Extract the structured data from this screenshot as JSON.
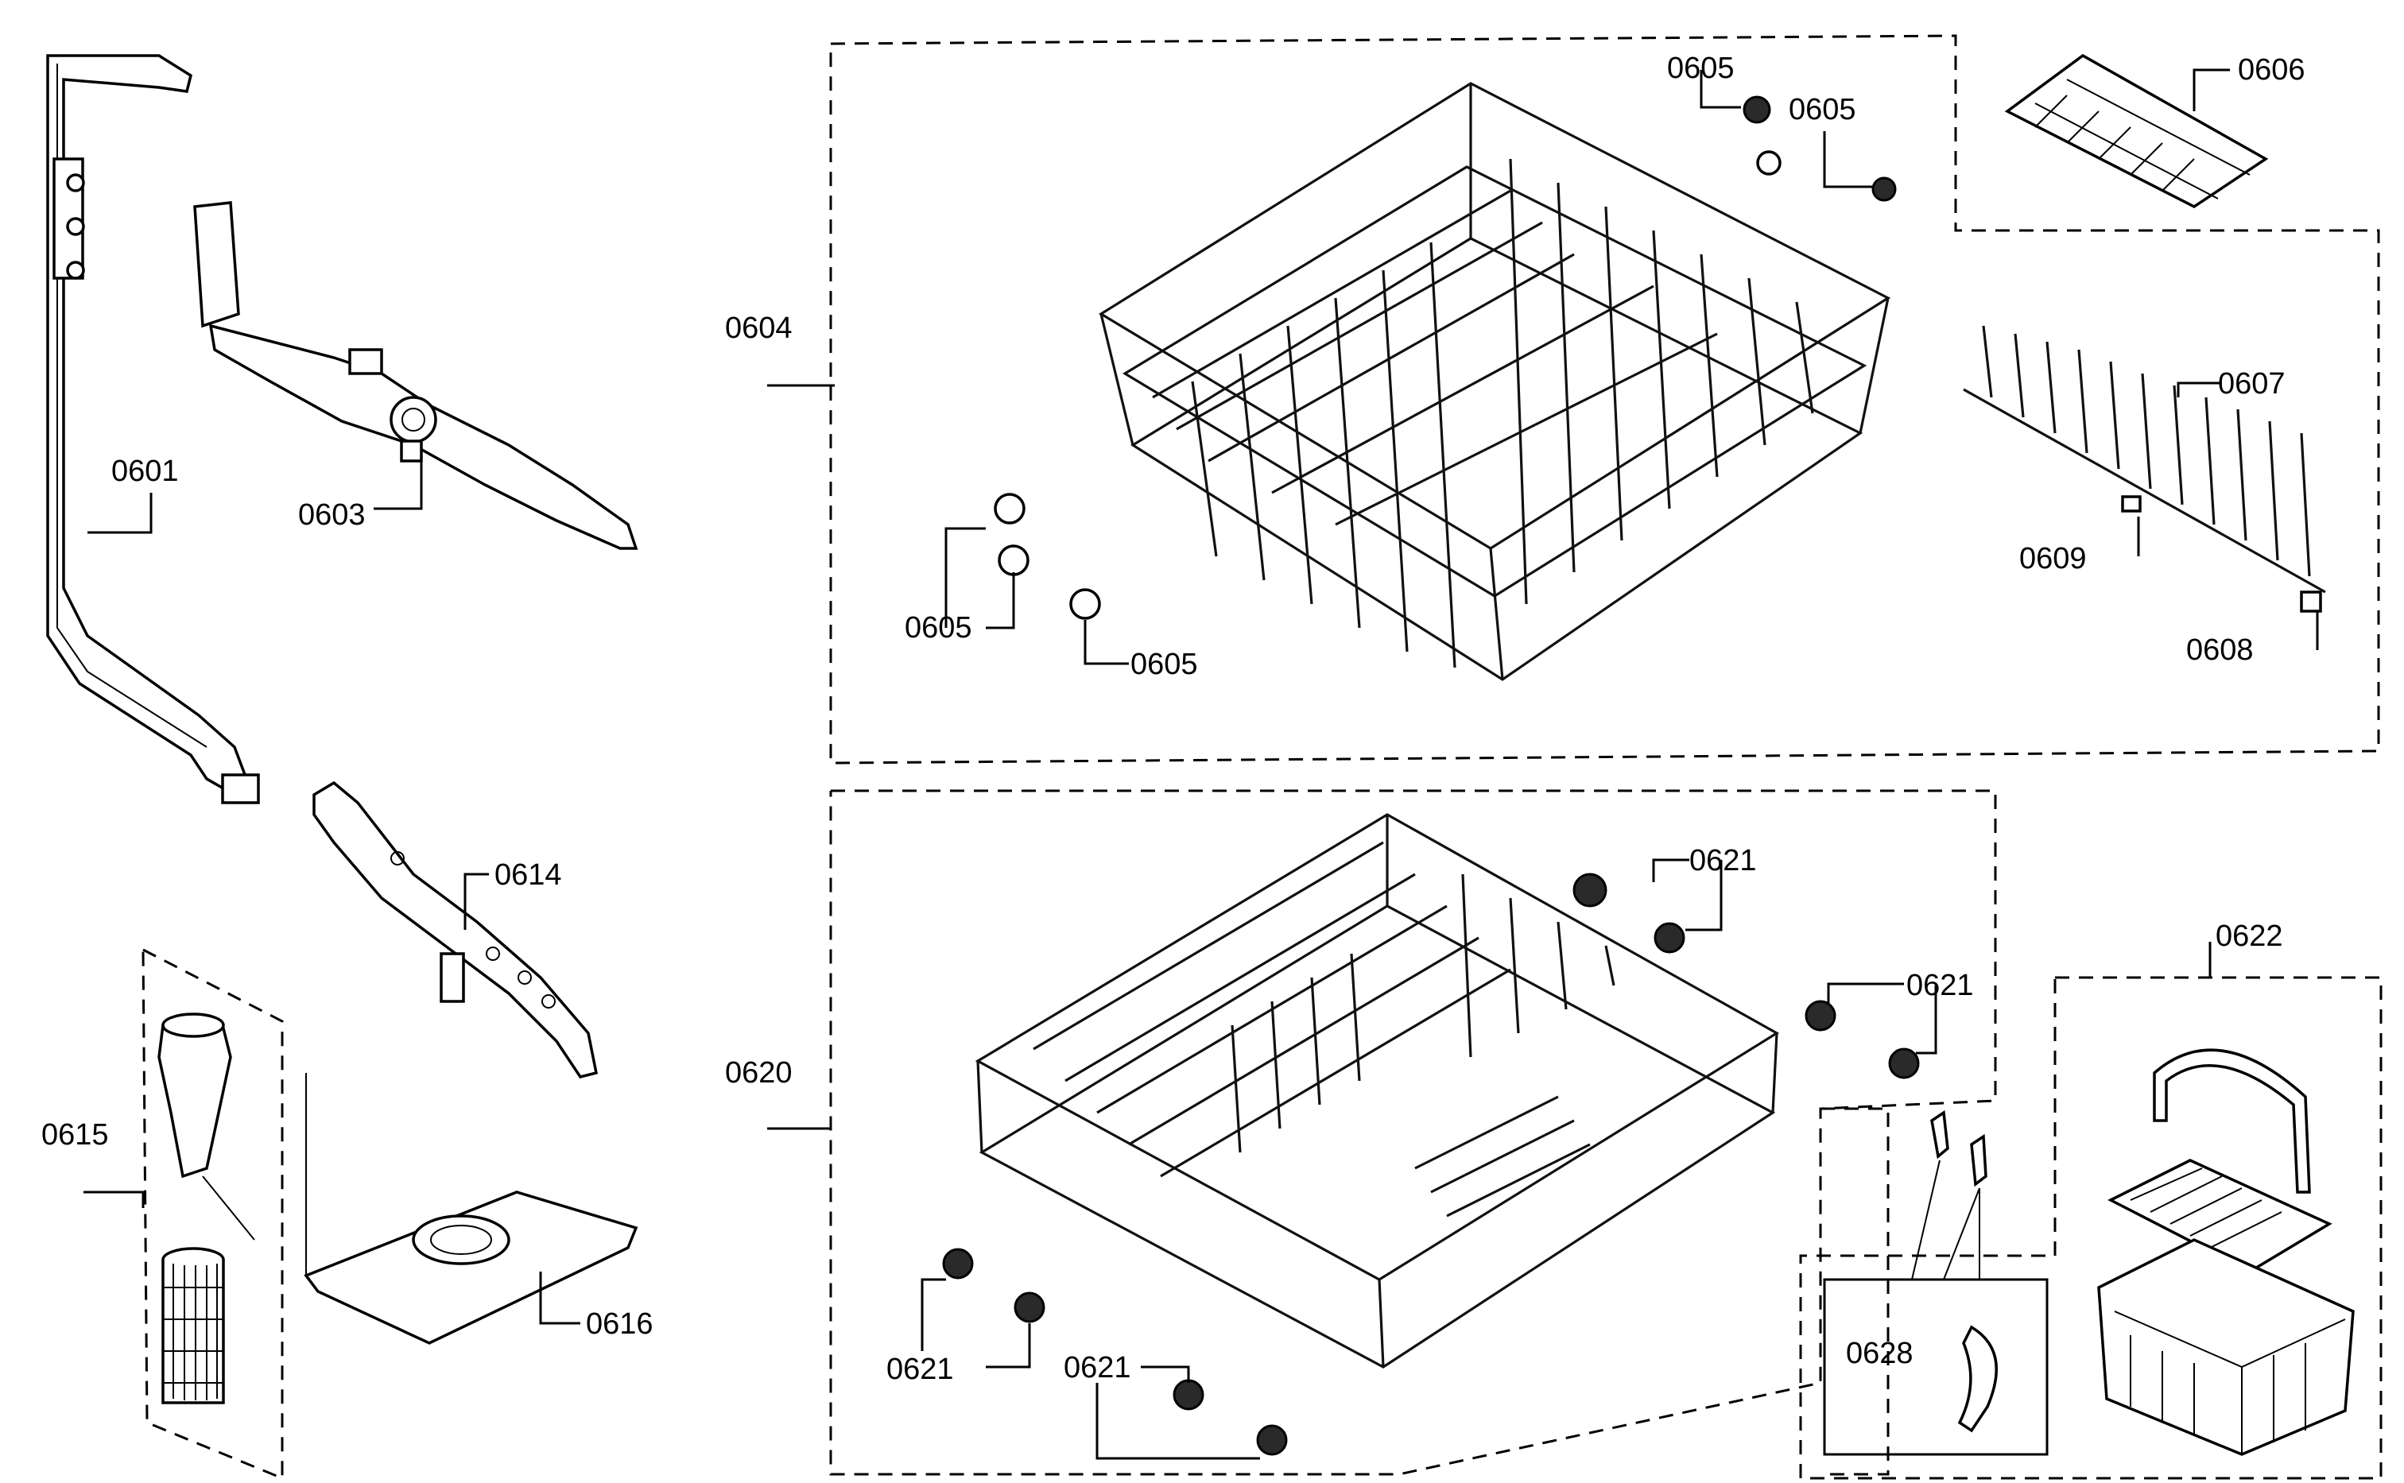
{
  "diagram": {
    "labels": {
      "l0601": "0601",
      "l0603": "0603",
      "l0604": "0604",
      "l0605a": "0605",
      "l0605b": "0605",
      "l0605c": "0605",
      "l0605d": "0605",
      "l0606": "0606",
      "l0607": "0607",
      "l0608": "0608",
      "l0609": "0609",
      "l0614": "0614",
      "l0615": "0615",
      "l0616": "0616",
      "l0620": "0620",
      "l0621a": "0621",
      "l0621b": "0621",
      "l0621c": "0621",
      "l0621d": "0621",
      "l0622": "0622",
      "l0628": "0628"
    }
  }
}
